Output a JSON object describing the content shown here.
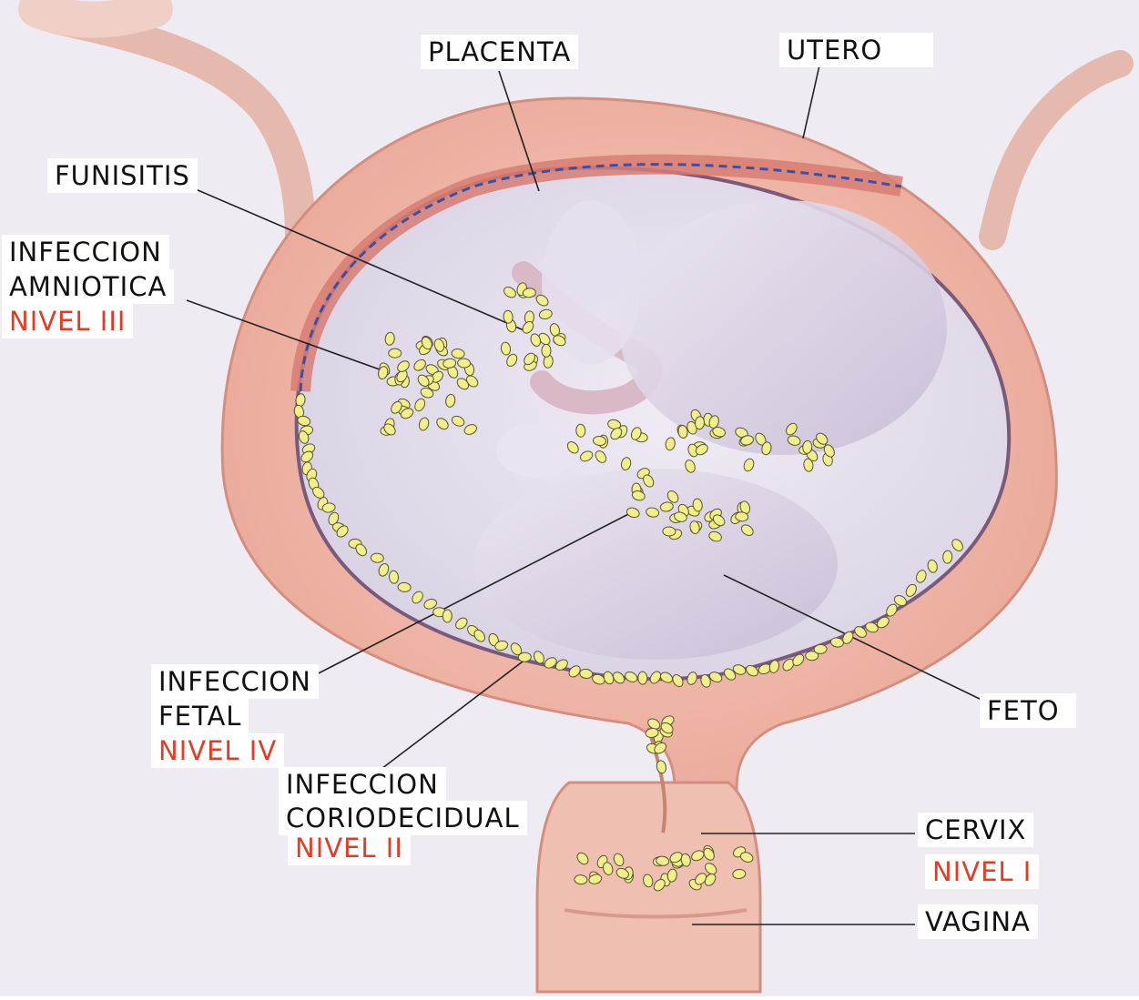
{
  "labels": {
    "placenta": "PLACENTA",
    "utero": "UTERO",
    "funisitis": "FUNISITIS",
    "amniotic_1": "INFECCION",
    "amniotic_2": "AMNIOTICA",
    "amniotic_level": "NIVEL III",
    "fetal_1": "INFECCION",
    "fetal_2": "FETAL",
    "fetal_level": "NIVEL IV",
    "corio_1": "INFECCION",
    "corio_2": "CORIODECIDUAL",
    "corio_level": "NIVEL II",
    "feto": "FETO",
    "cervix": "CERVIX",
    "cervix_level": "NIVEL I",
    "vagina": "VAGINA"
  },
  "colors": {
    "level_text": "#e23b26",
    "label_text": "#111111",
    "uterus_wall": "#f0b8aa",
    "amniotic_cavity": "#ebe6f2",
    "bacteria": "#f2ee8c"
  }
}
